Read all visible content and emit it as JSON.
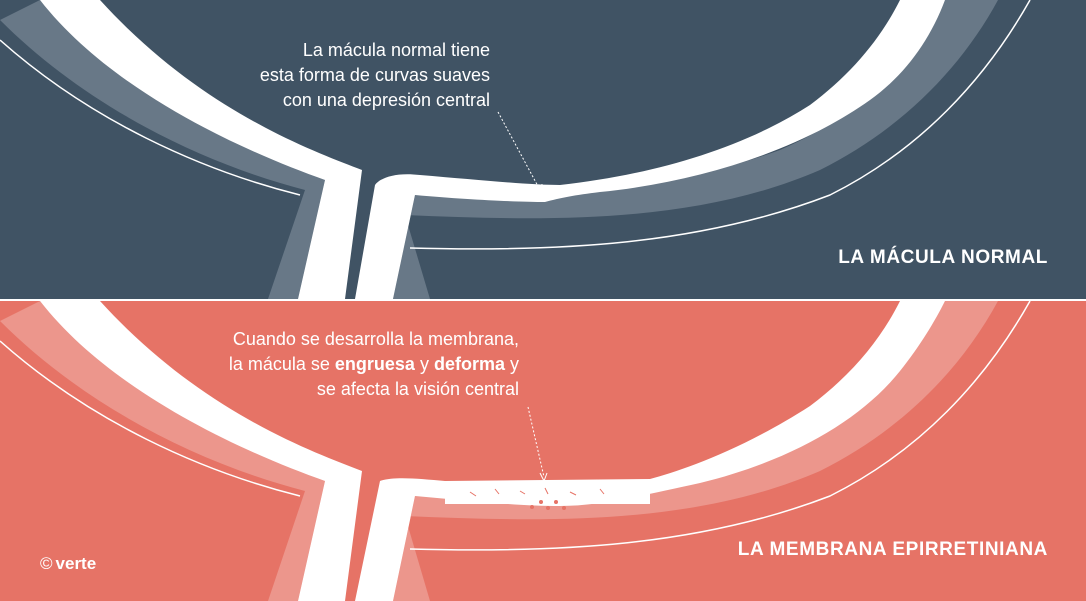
{
  "colors": {
    "top_background": "#405364",
    "top_layer": "#687887",
    "bottom_background": "#e67366",
    "bottom_layer": "#ec968c",
    "tissue": "#ffffff"
  },
  "normal": {
    "caption_line1": "La mácula normal tiene",
    "caption_line2": "esta forma de curvas suaves",
    "caption_line3": "con una depresión central",
    "title": "LA MÁCULA NORMAL"
  },
  "membrane": {
    "caption_line1": "Cuando se desarrolla la membrana,",
    "caption_line2_a": "la mácula se ",
    "caption_line2_b": "engruesa",
    "caption_line2_c": " y ",
    "caption_line2_d": "deforma",
    "caption_line2_e": " y",
    "caption_line3": "se afecta la visión central",
    "title": "LA MEMBRANA EPIRRETINIANA"
  },
  "logo": {
    "symbol": "©",
    "text": "verte"
  }
}
